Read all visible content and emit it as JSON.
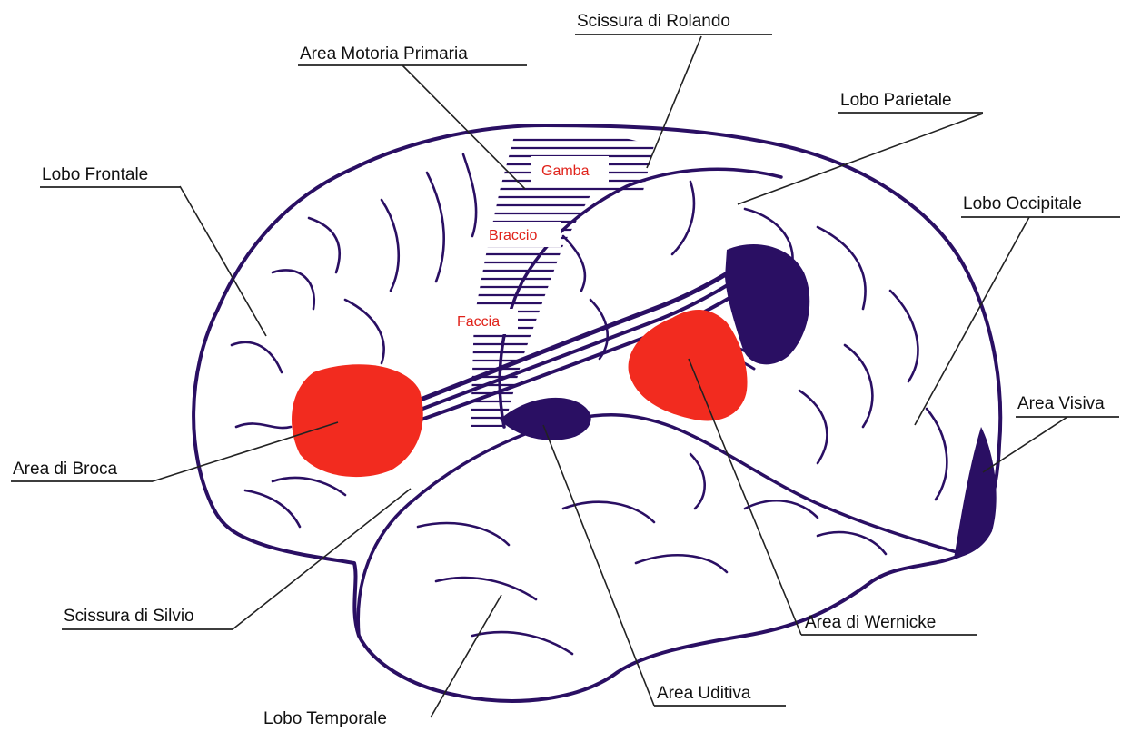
{
  "labels": {
    "scissura_rolando": "Scissura di Rolando",
    "area_motoria": "Area Motoria Primaria",
    "lobo_parietale": "Lobo Parietale",
    "lobo_frontale": "Lobo Frontale",
    "lobo_occipitale": "Lobo Occipitale",
    "area_visiva": "Area Visiva",
    "area_broca": "Area di Broca",
    "scissura_silvio": "Scissura di Silvio",
    "area_wernicke": "Area di Wernicke",
    "area_uditiva": "Area Uditiva",
    "lobo_temporale": "Lobo Temporale"
  },
  "motor_areas": {
    "gamba": "Gamba",
    "braccio": "Braccio",
    "faccia": "Faccia"
  },
  "colors": {
    "outline": "#2a0f63",
    "speech_area": "#f22b1f",
    "motor_label": "#e0221a",
    "label_text": "#111111"
  }
}
